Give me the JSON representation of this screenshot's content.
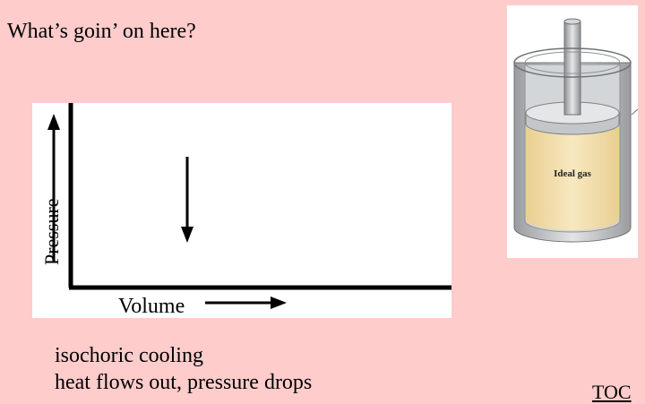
{
  "slide": {
    "title": "What’s goin’ on here?",
    "caption_line1": "isochoric cooling",
    "caption_line2": "heat flows out, pressure drops",
    "toc_link": "TOC"
  },
  "diagram": {
    "y_axis_label": "Pressure",
    "x_axis_label": "Volume",
    "process_arrow_direction": "down",
    "process_type": "constant volume, decreasing pressure"
  },
  "cylinder": {
    "gas_label": "Ideal gas",
    "gas_color": "#f3deaa",
    "wall_color": "#b9bcbe"
  },
  "colors": {
    "background": "#ffcccc",
    "panel": "#ffffff",
    "ink": "#000000"
  }
}
